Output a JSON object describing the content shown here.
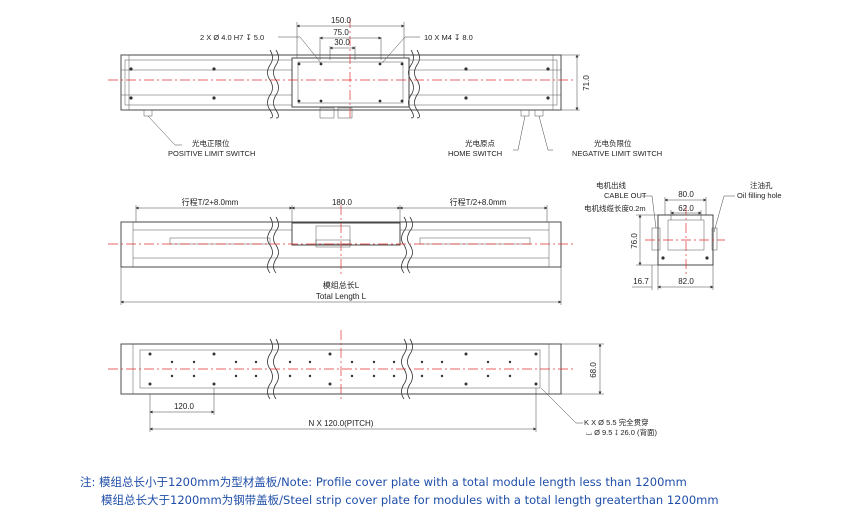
{
  "top_view": {
    "dim_150": "150.0",
    "dim_75": "75.0",
    "dim_30": "30.0",
    "dim_71": "71.0",
    "pin_hole_callout": "2 X Ø 4.0 H7 ↧ 5.0",
    "tap_hole_callout": "10 X  M4 ↧ 8.0",
    "positive_limit_cn": "光电正限位",
    "positive_limit_en": "POSITIVE LIMIT SWITCH",
    "home_cn": "光电原点",
    "home_en": "HOME  SWITCH",
    "negative_limit_cn": "光电负限位",
    "negative_limit_en": "NEGATIVE  LIMIT  SWITCH"
  },
  "side_view": {
    "stroke_left": "行程T/2+8.0mm",
    "dim_180": "180.0",
    "stroke_right": "行程T/2+8.0mm",
    "total_length_cn": "模组总长L",
    "total_length_en": "Total Length L"
  },
  "end_view": {
    "cable_out_cn": "电机出线",
    "cable_out_en": "CABLE OUT",
    "cable_length": "电机线缆长度0.2m",
    "oil_hole_cn": "注油孔",
    "oil_hole_en": "Oil filling hole",
    "dim_80": "80.0",
    "dim_62": "62.0",
    "dim_76": "76.0",
    "dim_16_7": "16.7",
    "dim_82": "82.0"
  },
  "bottom_view": {
    "dim_68": "68.0",
    "dim_120": "120.0",
    "pitch": "N X 120.0(PITCH)",
    "hole_callout_1": "K X  Ø  5.5 完全贯穿",
    "hole_callout_2": "⌴ Ø 9.5 ↧ 26.0 (背面)"
  },
  "notes": {
    "line1": "注: 模组总长小于1200mm为型材盖板/Note: Profile cover plate with a total module length less than 1200mm",
    "line2": "模组总长大于1200mm为钢带盖板/Steel strip cover plate for modules with a total length greaterthan 1200mm"
  },
  "colors": {
    "centerline": "#e03030",
    "note_text": "#1f4ea8",
    "outline": "#333333"
  }
}
